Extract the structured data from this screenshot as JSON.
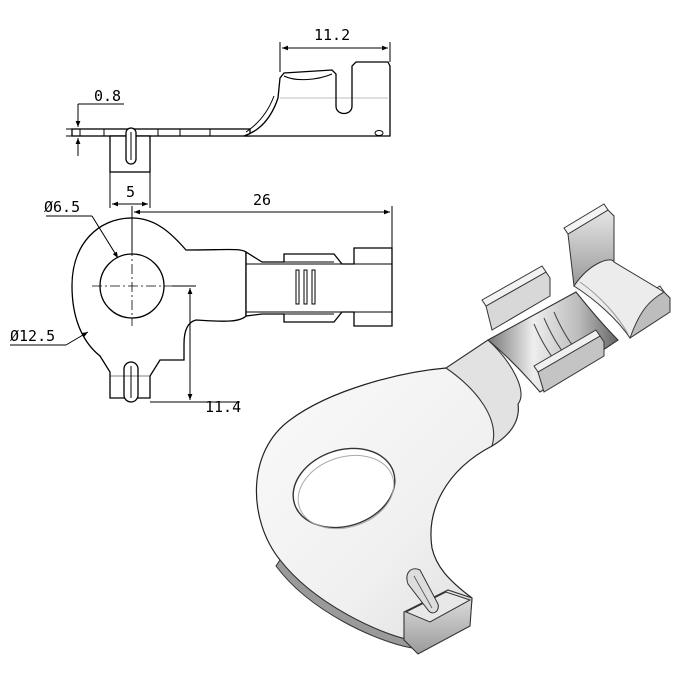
{
  "drawing": {
    "dimensions": {
      "tab_width": "11.2",
      "thickness": "0.8",
      "slot_spacing": "5",
      "total_length": "26",
      "hole_diameter": "Ø6.5",
      "ring_diameter": "Ø12.5",
      "hole_to_slot": "11.4"
    },
    "colors": {
      "line": "#000000",
      "iso_light": "#f4f4f4",
      "iso_mid": "#c8c8c8",
      "iso_dark": "#555555"
    }
  }
}
